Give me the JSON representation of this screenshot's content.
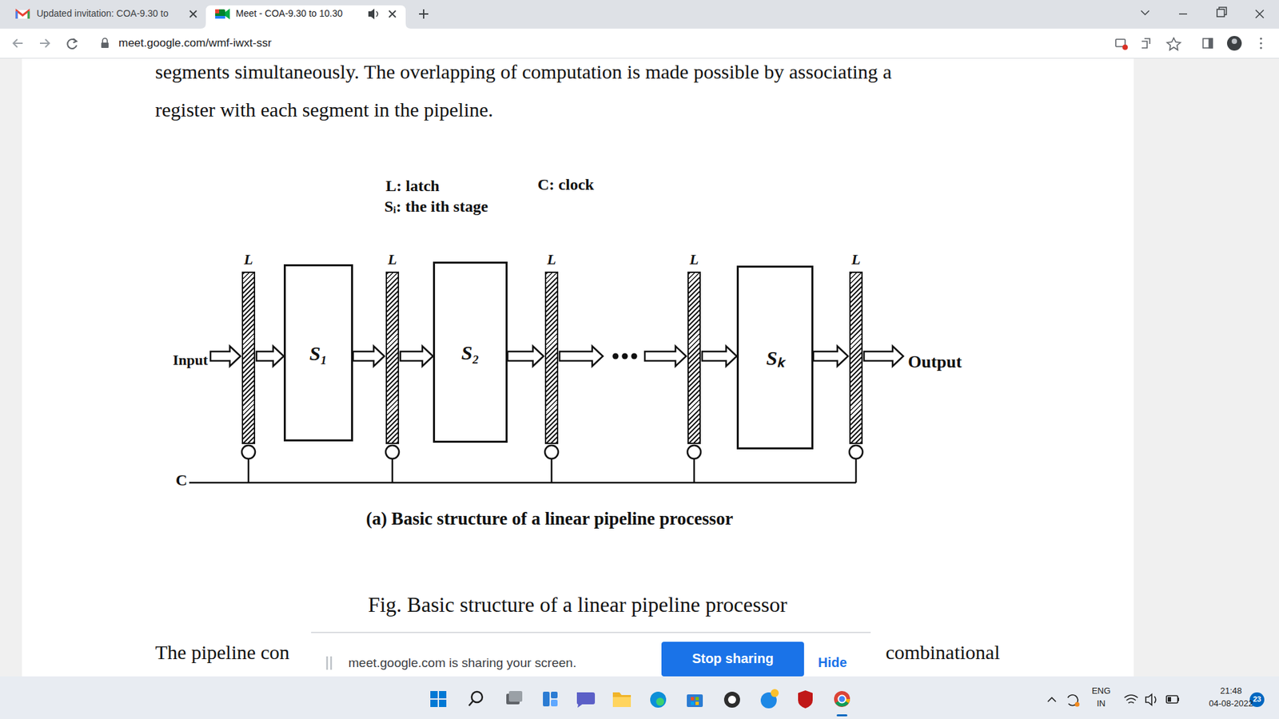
{
  "diagram": {
    "caption": "Fig. Basic structure of a linear pipeline processor",
    "nodes": [
      {
        "text": [
          "L"
        ]
      },
      {
        "text": [
          "S₁"
        ]
      },
      {
        "text": [
          "L"
        ]
      },
      {
        "text": [
          "S₂"
        ]
      },
      {
        "text": [
          "L"
        ]
      },
      {
        "text": [
          "L"
        ]
      },
      {
        "text": [
          "Sₖ"
        ]
      },
      {
        "text": [
          "L"
        ]
      }
    ],
    "edges": [
      {
        "from": 0,
        "to": 1,
        "arrow": "to"
      },
      {
        "from": 1,
        "to": 2,
        "arrow": "to"
      },
      {
        "from": 2,
        "to": 3,
        "arrow": "to"
      },
      {
        "from": 3,
        "to": 4,
        "arrow": "to"
      },
      {
        "from": 5,
        "to": 6,
        "arrow": "to"
      },
      {
        "from": 6,
        "to": 7,
        "arrow": "to"
      }
    ],
    "labels": [
      "Updated invitation: COA-9.30 to",
      "Meet - COA-9.30 to 10.30",
      "meet.google.com/wmf-iwxt-ssr",
      "segments simultaneously. The overlapping of computation is made possible by associating a",
      "register with each segment in the pipeline.",
      "L: latch",
      "C: clock",
      "Sᵢ: the ith stage",
      "Input",
      "Output",
      "C",
      "(a) Basic structure of a linear pipeline processor",
      "The pipeline con",
      "combinational",
      "meet.google.com is sharing your screen.",
      "Stop sharing",
      "Hide",
      "ENG",
      "IN",
      "21:48",
      "04-08-2022",
      "23"
    ]
  }
}
